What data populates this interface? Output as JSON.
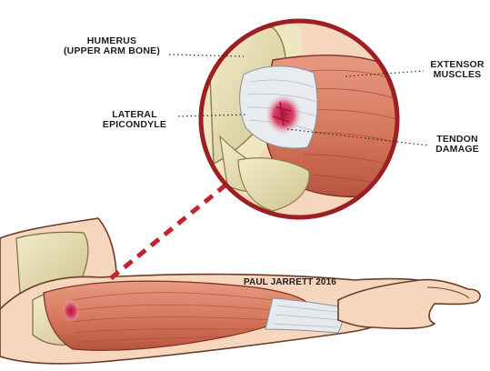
{
  "labels": {
    "humerus": {
      "line1": "HUMERUS",
      "line2": "(UPPER ARM BONE)"
    },
    "lateral_epicondyle": {
      "line1": "LATERAL",
      "line2": "EPICONDYLE"
    },
    "extensor_muscles": {
      "line1": "EXTENSOR",
      "line2": "MUSCLES"
    },
    "tendon_damage": {
      "line1": "TENDON",
      "line2": "DAMAGE"
    }
  },
  "credit": "PAUL JARRETT 2016",
  "colors": {
    "muscle": "#d9826a",
    "muscle_dark": "#b3523f",
    "skin": "#f6d7bd",
    "skin_outline": "#6b3c2a",
    "bone": "#e9dfb8",
    "bone_shadow": "#b8ad7e",
    "tendon": "#e6e9ee",
    "injury": "#c4204a",
    "connector": "#c4222e"
  }
}
